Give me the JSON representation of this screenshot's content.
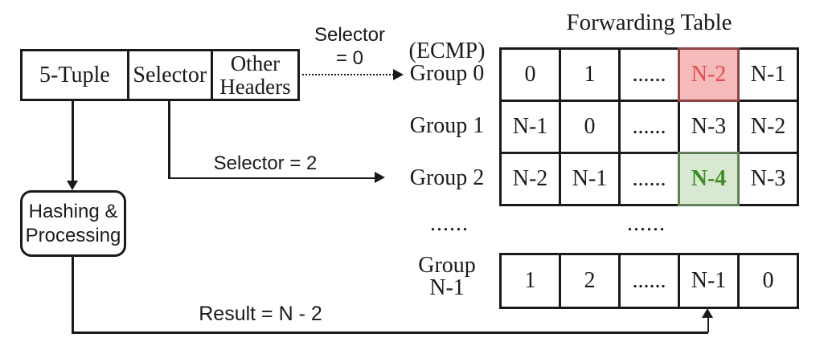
{
  "packet": {
    "cells": [
      "5-Tuple",
      "Selector",
      "Other Headers"
    ]
  },
  "hashing_box": {
    "line1": "Hashing &",
    "line2": "Processing"
  },
  "arrow_labels": {
    "selector0_line1": "Selector",
    "selector0_line2": "= 0",
    "selector2": "Selector = 2",
    "result": "Result = N - 2"
  },
  "ellipsis": {
    "left": "......",
    "center": "......"
  },
  "forwarding_table": {
    "title": "Forwarding Table",
    "groups": [
      {
        "label": [
          "(ECMP)",
          "Group 0"
        ],
        "cells": [
          "0",
          "1",
          "......",
          "N-2",
          "N-1"
        ]
      },
      {
        "label": [
          "Group 1"
        ],
        "cells": [
          "N-1",
          "0",
          "......",
          "N-3",
          "N-2"
        ]
      },
      {
        "label": [
          "Group 2"
        ],
        "cells": [
          "N-2",
          "N-1",
          "......",
          "N-4",
          "N-3"
        ]
      },
      {
        "label": [
          "Group",
          "N-1"
        ],
        "cells": [
          "1",
          "2",
          "......",
          "N-1",
          "0"
        ]
      }
    ],
    "highlights": [
      {
        "group": 0,
        "cell": 3,
        "color": "red",
        "background": "#f5baba",
        "text_color": "#e8484e",
        "border_color": "#8f4545"
      },
      {
        "group": 2,
        "cell": 3,
        "color": "green",
        "background": "#d9e8d2",
        "text_color": "#3f8d28",
        "border_color": "#637f58"
      }
    ]
  },
  "colors": {
    "line": "#1a1a1a",
    "background": "#ffffff"
  }
}
